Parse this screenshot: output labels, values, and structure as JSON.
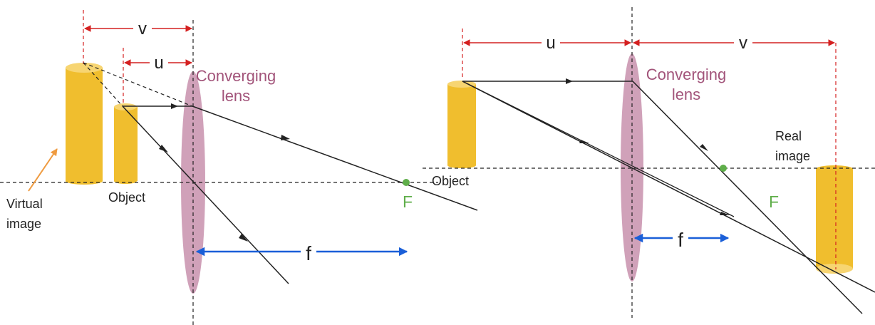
{
  "colors": {
    "lens": "#c48aa7",
    "lens_label": "#a2547a",
    "cylinder": "#f0be2e",
    "cylinder_top": "#f7d572",
    "dimension": "#d42020",
    "focal_arrow": "#1a5fd8",
    "focal_point": "#5fae4a",
    "virtual_arrow": "#ef9b40",
    "ray": "#222222"
  },
  "left_diagram": {
    "v_label": "v",
    "u_label": "u",
    "lens_label_line1": "Converging",
    "lens_label_line2": "lens",
    "object_label": "Object",
    "virtual_line1": "Virtual",
    "virtual_line2": "image",
    "focal_point_label": "F",
    "focal_length_label": "f"
  },
  "right_diagram": {
    "u_label": "u",
    "v_label": "v",
    "lens_label_line1": "Converging",
    "lens_label_line2": "lens",
    "object_label": "Object",
    "real_line1": "Real",
    "real_line2": "image",
    "focal_point_label": "F",
    "focal_length_label": "f"
  }
}
